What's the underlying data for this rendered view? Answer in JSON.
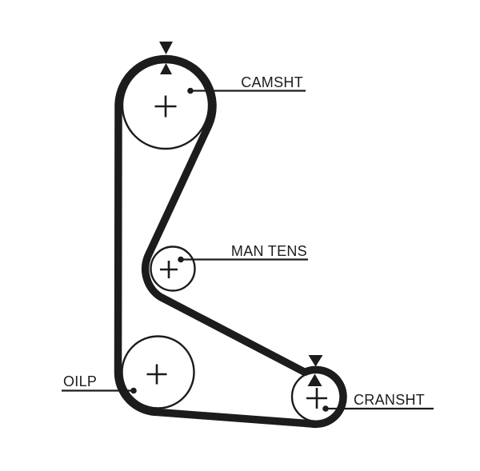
{
  "diagram": {
    "type": "timing-belt-routing",
    "background_color": "#ffffff",
    "line_color": "#1c1c1c",
    "pulleys": [
      {
        "id": "camsht",
        "label": "CAMSHT",
        "has_timing_marks": true
      },
      {
        "id": "man-tens",
        "label": "MAN TENS",
        "has_timing_marks": false
      },
      {
        "id": "oilp",
        "label": "OILP",
        "has_timing_marks": false
      },
      {
        "id": "cransht",
        "label": "CRANSHT",
        "has_timing_marks": true
      }
    ]
  }
}
